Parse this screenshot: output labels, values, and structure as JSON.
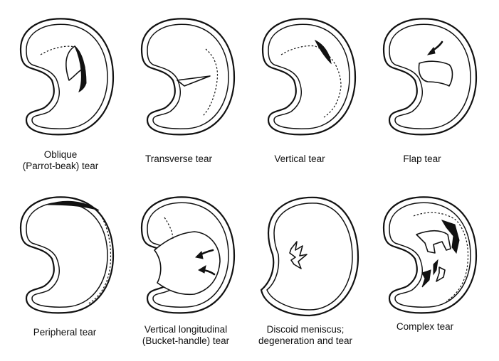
{
  "panels": [
    {
      "id": "oblique",
      "caption_lines": [
        "Oblique",
        "(Parrot-beak) tear"
      ]
    },
    {
      "id": "transverse",
      "caption_lines": [
        "Transverse tear"
      ]
    },
    {
      "id": "vertical",
      "caption_lines": [
        "Vertical tear"
      ]
    },
    {
      "id": "flap",
      "caption_lines": [
        "Flap tear"
      ]
    },
    {
      "id": "peripheral",
      "caption_lines": [
        "Peripheral tear"
      ]
    },
    {
      "id": "bucket",
      "caption_lines": [
        "Vertical longitudinal",
        "(Bucket-handle) tear"
      ]
    },
    {
      "id": "discoid",
      "caption_lines": [
        "Discoid meniscus;",
        "degeneration and tear"
      ]
    },
    {
      "id": "complex",
      "caption_lines": [
        "Complex tear"
      ]
    }
  ]
}
